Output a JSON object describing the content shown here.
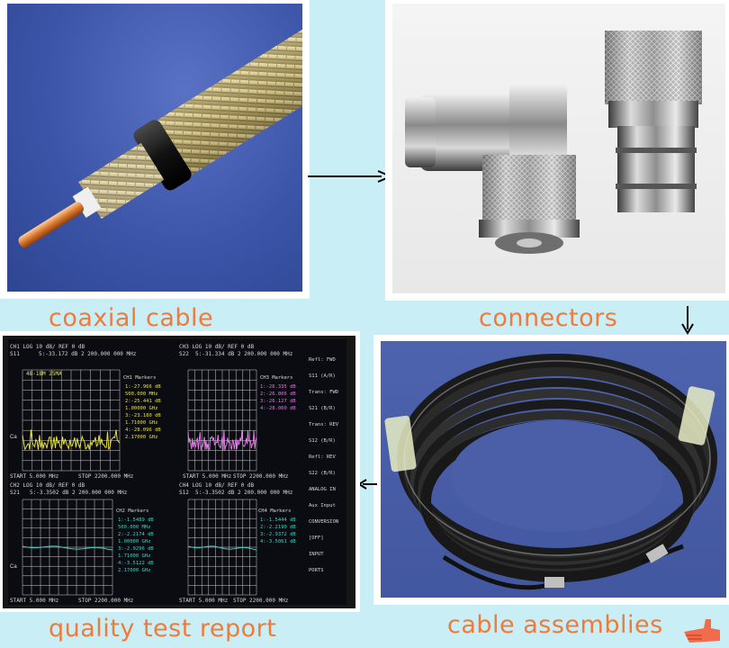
{
  "captions": {
    "coaxial_cable": "coaxial cable",
    "connectors": "connectors",
    "cable_assemblies": "cable assemblies",
    "quality_test_report": "quality test report"
  },
  "screen": {
    "ch1_header": "CH1  LOG     10 dB/ REF 0 dB",
    "ch1_param": "S11",
    "ch1_marker_line": "5:-33.172 dB  2 200.000 000 MHz",
    "ch3_header": "CH3  LOG     10 dB/ REF 0 dB",
    "ch3_param": "S22",
    "ch3_marker_line": "5:-31.334 dB  2 200.000 000 MHz",
    "ch2_header": "CH2  LOG     10 dB/ REF 0 dB",
    "ch2_param": "S21",
    "ch2_marker_line": "5:-3.3502 dB  2 200.000 000 MHz",
    "ch4_header": "CH4  LOG     10 dB/ REF 0 dB",
    "ch4_param": "S12",
    "ch4_marker_line": "5:-3.3502 dB  2 200.000 000 MHz",
    "start_label": "START  5.000 MHz",
    "stop_label": "STOP 2200.000 MHz",
    "ch1_markers_title": "CH1 Markers",
    "ch1_markers": [
      "1:-27.966 dB",
      "500.000 MHz",
      "2:-25.441 dB",
      "1.00000 GHz",
      "3:-23.180 dB",
      "1.71000 GHz",
      "4:-28.096 dB",
      "2.17000 GHz"
    ],
    "ch2_markers_title": "CH2 Markers",
    "ch2_markers": [
      "1:-1.5489 dB",
      "500.000 MHz",
      "2:-2.2174 dB",
      "1.00000 GHz",
      "3:-2.9296 dB",
      "1.71000 GHz",
      "4:-3.5122 dB",
      "2.17000 GHz"
    ],
    "ch3_markers_title": "CH3 Markers",
    "ch3_markers": [
      "1:-26.335 dB",
      "2:-26.806 dB",
      "3:-26.127 dB",
      "4:-28.000 dB"
    ],
    "ch4_markers_title": "CH4 Markers",
    "ch4_markers": [
      "1:-1.5444 dB",
      "2:-2.2190 dB",
      "3:-2.9372 dB",
      "4:-3.5061 dB"
    ],
    "softkeys": [
      "Refl: FWD",
      "S11 (A/R)",
      "Trans: FWD",
      "S21 (B/R)",
      "Trans: REV",
      "S12 (B/R)",
      "Refl: REV",
      "S22 (B/R)",
      "ANALOG IN",
      "Aux Input",
      "CONVERSION",
      "[OFF]",
      "INPUT",
      "PORTS"
    ],
    "ca_label": "Ca",
    "hld_label": "4B-1BM   25MA"
  },
  "colors": {
    "background": "#c9eef6",
    "caption": "#f07a3a",
    "arrow": "#000000"
  }
}
